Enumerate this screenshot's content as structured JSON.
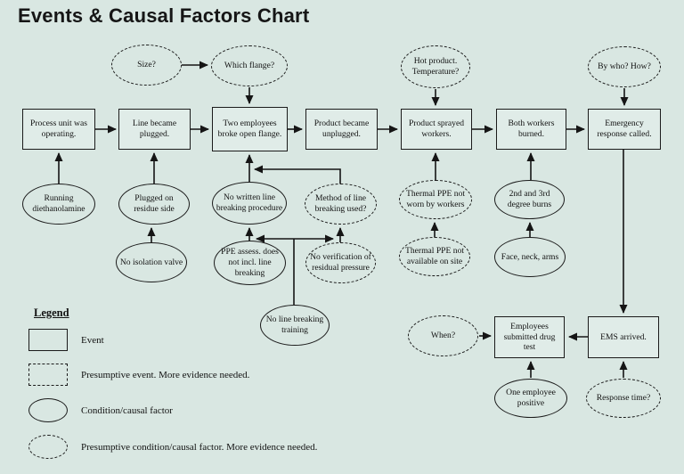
{
  "title": "Events & Causal Factors Chart",
  "colors": {
    "background": "#d9e7e2",
    "ink": "#1b1b1b",
    "box_fill": "#e0ece8"
  },
  "nodes": {
    "size": {
      "label": "Size?",
      "type": "presumptive-condition"
    },
    "which_flange": {
      "label": "Which flange?",
      "type": "presumptive-condition"
    },
    "hot_product": {
      "label": "Hot product. Temperature?",
      "type": "presumptive-condition"
    },
    "by_who": {
      "label": "By who?  How?",
      "type": "presumptive-condition"
    },
    "process_unit": {
      "label": "Process unit was operating.",
      "type": "event"
    },
    "line_plugged": {
      "label": "Line became plugged.",
      "type": "event"
    },
    "two_employees": {
      "label": "Two employees broke open flange.",
      "type": "event"
    },
    "product_unplugged": {
      "label": "Product became unplugged.",
      "type": "event"
    },
    "product_sprayed": {
      "label": "Product sprayed workers.",
      "type": "event"
    },
    "workers_burned": {
      "label": "Both workers burned.",
      "type": "event"
    },
    "emergency_called": {
      "label": "Emergency response called.",
      "type": "event"
    },
    "running_diethanolamine": {
      "label": "Running diethanolamine",
      "type": "condition"
    },
    "plugged_residue": {
      "label": "Plugged on residue side",
      "type": "condition"
    },
    "no_written": {
      "label": "No written line breaking procedure",
      "type": "condition"
    },
    "method_line": {
      "label": "Method of line breaking used?",
      "type": "presumptive-condition"
    },
    "thermal_worn": {
      "label": "Thermal PPE not worn by workers",
      "type": "presumptive-condition"
    },
    "degree_burns": {
      "label": "2nd and 3rd degree burns",
      "type": "condition"
    },
    "no_isolation": {
      "label": "No isolation valve",
      "type": "condition"
    },
    "ppe_assess": {
      "label": "PPE assess. does not incl. line breaking",
      "type": "condition"
    },
    "no_verification": {
      "label": "No verification of residual pressure",
      "type": "presumptive-condition"
    },
    "thermal_available": {
      "label": "Thermal PPE not available on site",
      "type": "presumptive-condition"
    },
    "face_neck": {
      "label": "Face, neck, arms",
      "type": "condition"
    },
    "no_training": {
      "label": "No line breaking training",
      "type": "condition"
    },
    "when": {
      "label": "When?",
      "type": "presumptive-condition"
    },
    "drug_test": {
      "label": "Employees submitted drug test",
      "type": "event"
    },
    "ems_arrived": {
      "label": "EMS arrived.",
      "type": "event"
    },
    "one_employee": {
      "label": "One employee positive",
      "type": "condition"
    },
    "response_time": {
      "label": "Response time?",
      "type": "presumptive-condition"
    }
  },
  "legend": {
    "title": "Legend",
    "items": [
      {
        "shape": "rect-solid",
        "label": "Event"
      },
      {
        "shape": "rect-dashed",
        "label": "Presumptive event.  More evidence needed."
      },
      {
        "shape": "ellipse-solid",
        "label": "Condition/causal factor"
      },
      {
        "shape": "ellipse-dashed",
        "label": "Presumptive condition/causal factor.  More evidence needed."
      }
    ]
  }
}
